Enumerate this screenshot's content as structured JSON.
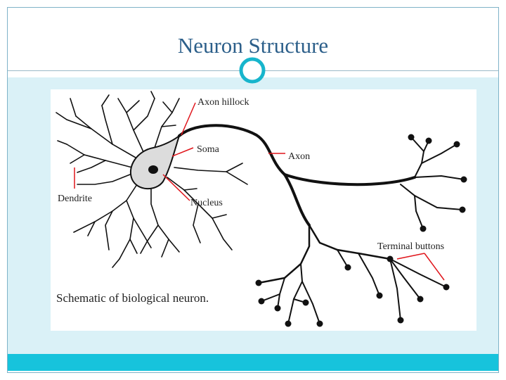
{
  "slide": {
    "title": "Neuron Structure",
    "colors": {
      "title_text": "#2c5f8a",
      "content_background": "#daf1f7",
      "bottom_bar": "#17c3dc",
      "ring": "#17b5cc",
      "label_lines": "#e0151b"
    }
  },
  "diagram": {
    "labels": {
      "axon_hillock": "Axon hillock",
      "soma": "Soma",
      "axon": "Axon",
      "dendrite": "Dendrite",
      "nucleus": "Nucleus",
      "terminal_buttons": "Terminal buttons"
    },
    "caption": "Schematic of biological neuron."
  }
}
